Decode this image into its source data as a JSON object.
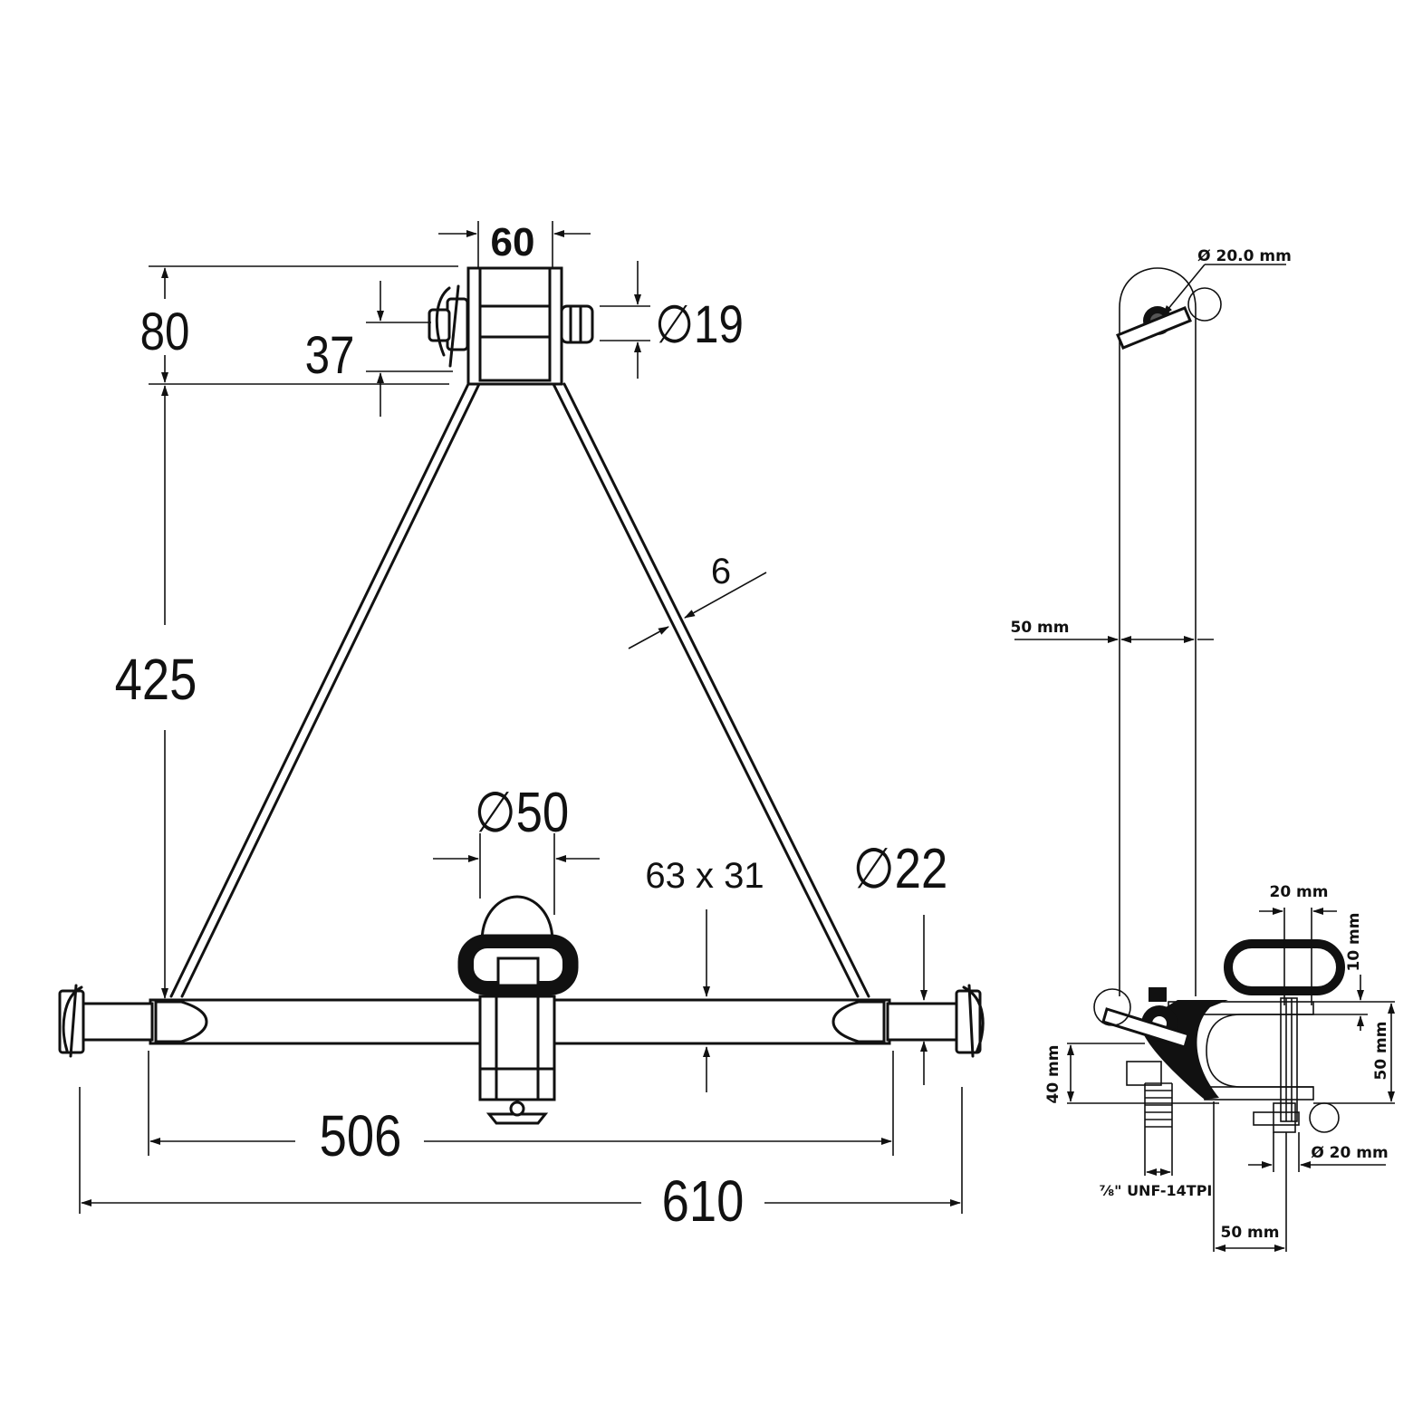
{
  "front_view": {
    "dim_top_width": "60",
    "dim_total_height_top": "80",
    "dim_pin_offset": "37",
    "dim_top_pin_dia": "∅19",
    "dim_frame_height": "425",
    "dim_strut_thickness": "6",
    "dim_ball_dia": "∅50",
    "dim_tube_section": "63 x 31",
    "dim_lower_pin_dia": "∅22",
    "dim_inner_width": "506",
    "dim_total_width": "610"
  },
  "side_view": {
    "dim_top_hole": "Ø 20.0 mm",
    "dim_plate_width": "50 mm",
    "dim_loop_width": "20 mm",
    "dim_loop_height": "10 mm",
    "dim_clevis_height": "50 mm",
    "dim_left_height": "40 mm",
    "dim_pin_dia": "Ø 20 mm",
    "dim_thread": "⅞\" UNF-14TPI",
    "dim_bottom_width": "50 mm"
  },
  "icons": [
    "arrow-icon",
    "pin-icon",
    "hitch-ball-icon"
  ]
}
